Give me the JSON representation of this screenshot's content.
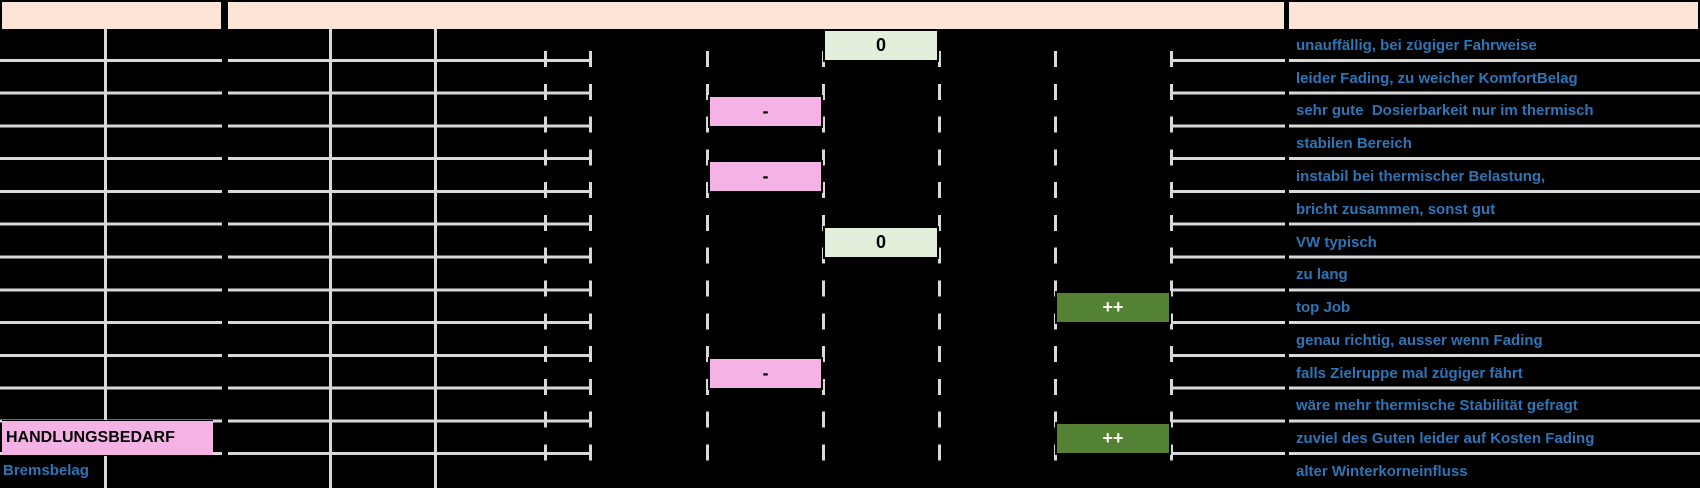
{
  "table_kind": "brake-pad evaluation matrix (redacted spreadsheet)",
  "labels": {
    "action": "HANDLUNGSBEDARF",
    "component": "Bremsbelag"
  },
  "notes": [
    "unauffällig, bei zügiger Fahrweise",
    "leider Fading, zu weicher KomfortBelag",
    "sehr gute  Dosierbarkeit nur im thermisch",
    "stabilen Bereich",
    "instabil bei thermischer Belastung,",
    "bricht zusammen, sonst gut",
    "VW typisch",
    "zu lang",
    "top Job",
    "genau richtig, ausser wenn Fading",
    "falls Zielruppe mal zügiger fährt",
    "wäre mehr thermische Stabilität gefragt",
    "zuviel des Guten leider auf Kosten Fading",
    "alter Winterkorneinfluss"
  ],
  "ratings": [
    {
      "row": 1,
      "symbol": "0",
      "level": "neutral"
    },
    {
      "row": 3,
      "symbol": "-",
      "level": "negative"
    },
    {
      "row": 5,
      "symbol": "-",
      "level": "negative"
    },
    {
      "row": 7,
      "symbol": "0",
      "level": "neutral"
    },
    {
      "row": 9,
      "symbol": "++",
      "level": "very-positive"
    },
    {
      "row": 11,
      "symbol": "-",
      "level": "negative"
    },
    {
      "row": 13,
      "symbol": "++",
      "level": "very-positive"
    }
  ],
  "colors": {
    "header_bg": "#fce4d6",
    "cell_bg": "#000000",
    "gridline": "#d9d9d9",
    "rating_neutral_bg": "#e2efda",
    "rating_negative_bg": "#f5b3e5",
    "rating_very_positive_bg": "#548235",
    "action_bg": "#f5b3e5",
    "note_text": "#2e75b6"
  }
}
